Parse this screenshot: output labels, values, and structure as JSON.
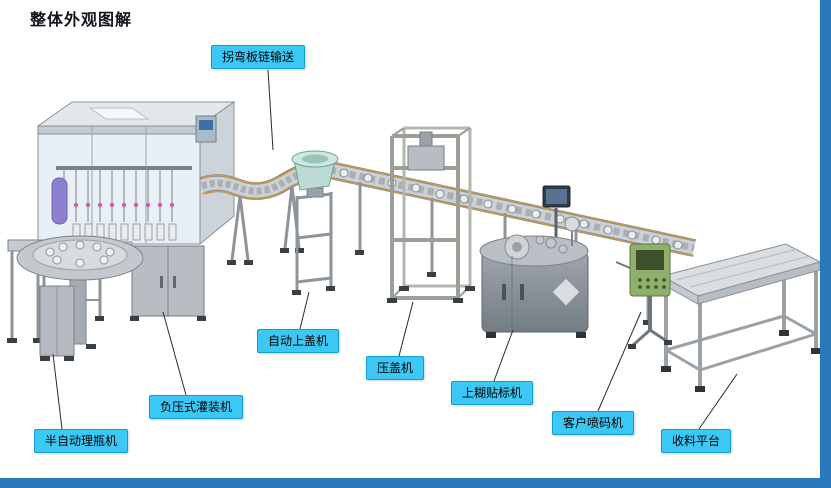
{
  "page": {
    "title": "整体外观图解"
  },
  "callouts": [
    {
      "id": "curve-conveyor",
      "text": "拐弯板链输送"
    },
    {
      "id": "auto-capper",
      "text": "自动上盖机"
    },
    {
      "id": "cap-press",
      "text": "压盖机"
    },
    {
      "id": "labeler",
      "text": "上糊贴标机"
    },
    {
      "id": "inkjet-printer",
      "text": "客户喷码机"
    },
    {
      "id": "receiving-table",
      "text": "收料平台"
    },
    {
      "id": "vacuum-filler",
      "text": "负压式灌装机"
    },
    {
      "id": "bottle-unscrambler",
      "text": "半自动理瓶机"
    }
  ],
  "colors": {
    "callout_bg": "#3cc8f4",
    "callout_border": "#0f9cd8",
    "frame_bar_blue": "#2b79bd",
    "title_text": "#14141c"
  }
}
